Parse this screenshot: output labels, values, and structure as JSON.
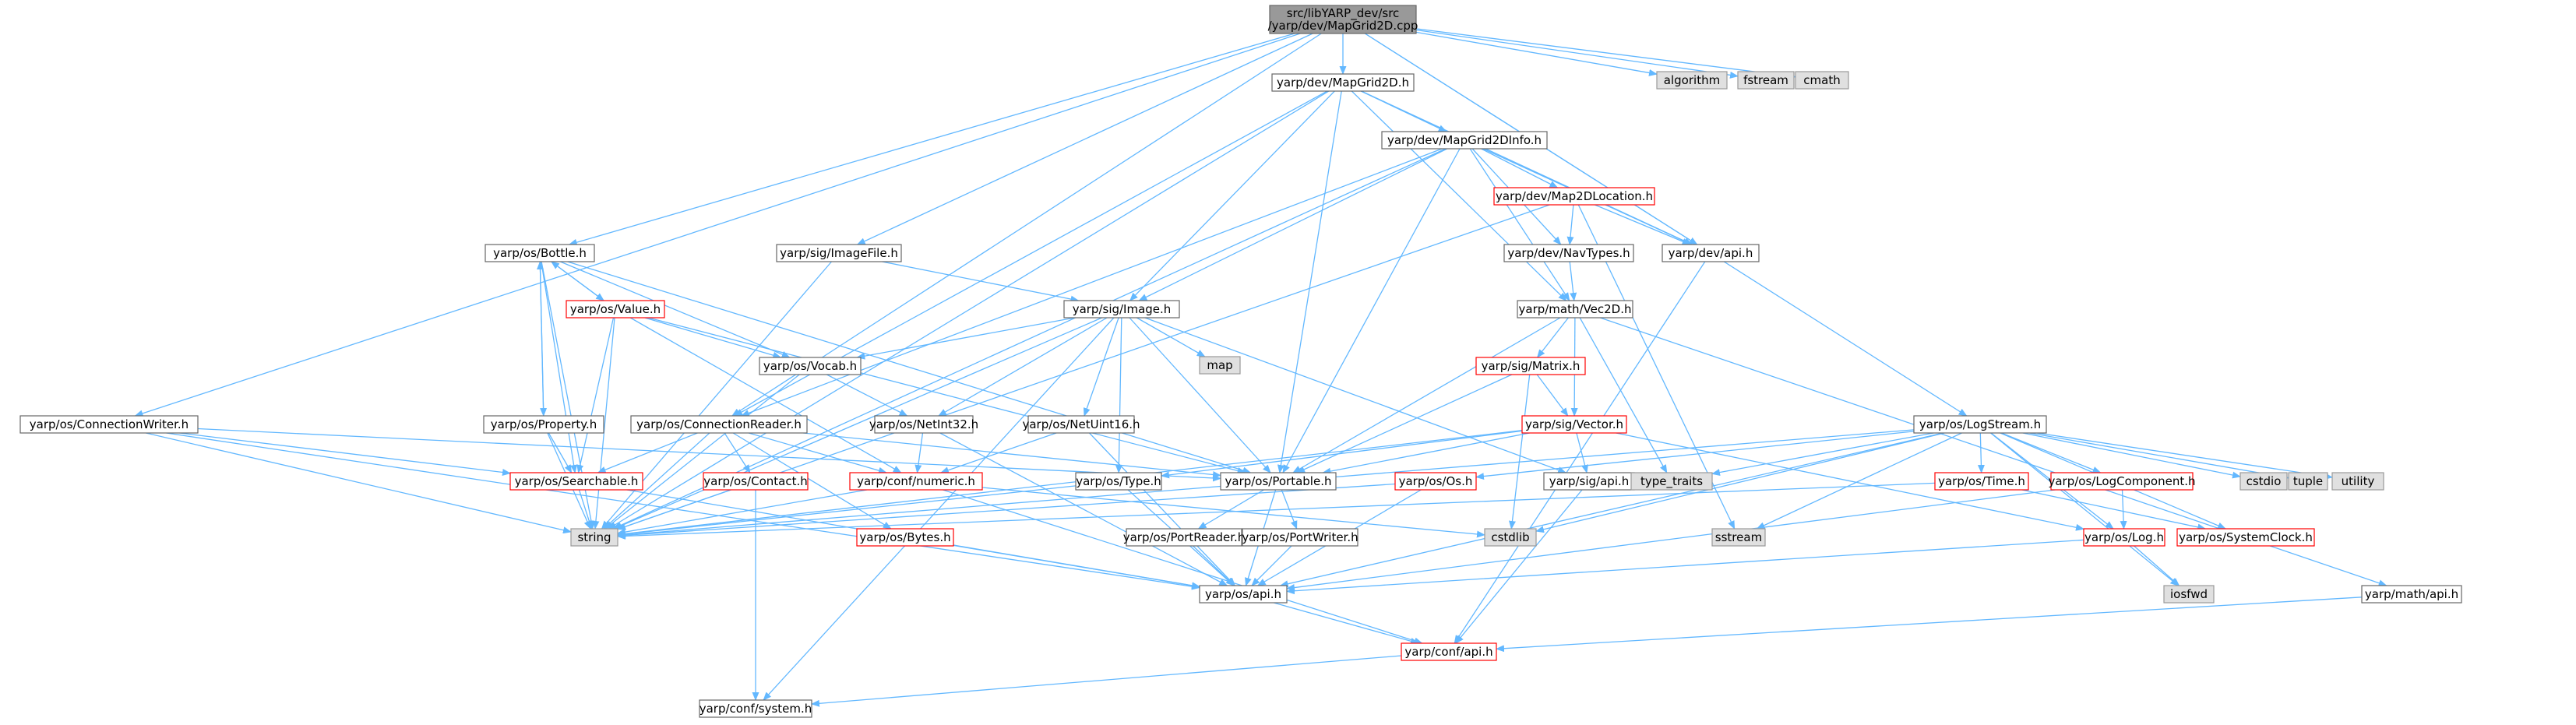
{
  "colors": {
    "edge": "#63b8ff",
    "root_fill": "#999999",
    "normal_fill": "#ffffff",
    "normal_border": "#666666",
    "incomplete_border": "#ff0000",
    "system_fill": "#e0e0e0",
    "system_border": "#999999",
    "text": "#000000"
  },
  "nodes": [
    {
      "id": "root",
      "kind": "root",
      "lines": [
        "src/libYARP_dev/src",
        "/yarp/dev/MapGrid2D.cpp"
      ]
    },
    {
      "id": "algorithm",
      "kind": "system",
      "lines": [
        "algorithm"
      ]
    },
    {
      "id": "fstream",
      "kind": "system",
      "lines": [
        "fstream"
      ]
    },
    {
      "id": "cmath",
      "kind": "system",
      "lines": [
        "cmath"
      ]
    },
    {
      "id": "mapgrid2dh",
      "kind": "normal",
      "lines": [
        "yarp/dev/MapGrid2D.h"
      ]
    },
    {
      "id": "mapgrid2dinfo",
      "kind": "normal",
      "lines": [
        "yarp/dev/MapGrid2DInfo.h"
      ]
    },
    {
      "id": "map2dlocation",
      "kind": "incomplete",
      "lines": [
        "yarp/dev/Map2DLocation.h"
      ]
    },
    {
      "id": "devapi",
      "kind": "normal",
      "lines": [
        "yarp/dev/api.h"
      ]
    },
    {
      "id": "navtypes",
      "kind": "normal",
      "lines": [
        "yarp/dev/NavTypes.h"
      ]
    },
    {
      "id": "vec2d",
      "kind": "normal",
      "lines": [
        "yarp/math/Vec2D.h"
      ]
    },
    {
      "id": "bottle",
      "kind": "normal",
      "lines": [
        "yarp/os/Bottle.h"
      ]
    },
    {
      "id": "imagefile",
      "kind": "normal",
      "lines": [
        "yarp/sig/ImageFile.h"
      ]
    },
    {
      "id": "value",
      "kind": "incomplete",
      "lines": [
        "yarp/os/Value.h"
      ]
    },
    {
      "id": "image",
      "kind": "normal",
      "lines": [
        "yarp/sig/Image.h"
      ]
    },
    {
      "id": "map",
      "kind": "system",
      "lines": [
        "map"
      ]
    },
    {
      "id": "vocab",
      "kind": "normal",
      "lines": [
        "yarp/os/Vocab.h"
      ]
    },
    {
      "id": "matrix",
      "kind": "incomplete",
      "lines": [
        "yarp/sig/Matrix.h"
      ]
    },
    {
      "id": "connwriter",
      "kind": "normal",
      "lines": [
        "yarp/os/ConnectionWriter.h"
      ]
    },
    {
      "id": "property",
      "kind": "normal",
      "lines": [
        "yarp/os/Property.h"
      ]
    },
    {
      "id": "connreader",
      "kind": "normal",
      "lines": [
        "yarp/os/ConnectionReader.h"
      ]
    },
    {
      "id": "netint32",
      "kind": "normal",
      "lines": [
        "yarp/os/NetInt32.h"
      ]
    },
    {
      "id": "netuint16",
      "kind": "normal",
      "lines": [
        "yarp/os/NetUint16.h"
      ]
    },
    {
      "id": "vector",
      "kind": "incomplete",
      "lines": [
        "yarp/sig/Vector.h"
      ]
    },
    {
      "id": "logstream",
      "kind": "normal",
      "lines": [
        "yarp/os/LogStream.h"
      ]
    },
    {
      "id": "searchable",
      "kind": "incomplete",
      "lines": [
        "yarp/os/Searchable.h"
      ]
    },
    {
      "id": "contact",
      "kind": "incomplete",
      "lines": [
        "yarp/os/Contact.h"
      ]
    },
    {
      "id": "numeric",
      "kind": "incomplete",
      "lines": [
        "yarp/conf/numeric.h"
      ]
    },
    {
      "id": "type",
      "kind": "normal",
      "lines": [
        "yarp/os/Type.h"
      ]
    },
    {
      "id": "portable",
      "kind": "normal",
      "lines": [
        "yarp/os/Portable.h"
      ]
    },
    {
      "id": "sigapi",
      "kind": "normal",
      "lines": [
        "yarp/sig/api.h"
      ]
    },
    {
      "id": "os",
      "kind": "incomplete",
      "lines": [
        "yarp/os/Os.h"
      ]
    },
    {
      "id": "typetraits",
      "kind": "system",
      "lines": [
        "type_traits"
      ]
    },
    {
      "id": "time",
      "kind": "incomplete",
      "lines": [
        "yarp/os/Time.h"
      ]
    },
    {
      "id": "logcomponent",
      "kind": "incomplete",
      "lines": [
        "yarp/os/LogComponent.h"
      ]
    },
    {
      "id": "cstdio",
      "kind": "system",
      "lines": [
        "cstdio"
      ]
    },
    {
      "id": "tuple",
      "kind": "system",
      "lines": [
        "tuple"
      ]
    },
    {
      "id": "utility",
      "kind": "system",
      "lines": [
        "utility"
      ]
    },
    {
      "id": "string",
      "kind": "system",
      "lines": [
        "string"
      ]
    },
    {
      "id": "bytes",
      "kind": "incomplete",
      "lines": [
        "yarp/os/Bytes.h"
      ]
    },
    {
      "id": "portreader",
      "kind": "normal",
      "lines": [
        "yarp/os/PortReader.h"
      ]
    },
    {
      "id": "portwriter",
      "kind": "normal",
      "lines": [
        "yarp/os/PortWriter.h"
      ]
    },
    {
      "id": "cstdlib",
      "kind": "system",
      "lines": [
        "cstdlib"
      ]
    },
    {
      "id": "sstream",
      "kind": "system",
      "lines": [
        "sstream"
      ]
    },
    {
      "id": "log",
      "kind": "incomplete",
      "lines": [
        "yarp/os/Log.h"
      ]
    },
    {
      "id": "systemclock",
      "kind": "incomplete",
      "lines": [
        "yarp/os/SystemClock.h"
      ]
    },
    {
      "id": "osapi",
      "kind": "normal",
      "lines": [
        "yarp/os/api.h"
      ]
    },
    {
      "id": "iosfwd",
      "kind": "system",
      "lines": [
        "iosfwd"
      ]
    },
    {
      "id": "mathapi",
      "kind": "normal",
      "lines": [
        "yarp/math/api.h"
      ]
    },
    {
      "id": "confapi",
      "kind": "incomplete",
      "lines": [
        "yarp/conf/api.h"
      ]
    },
    {
      "id": "system",
      "kind": "normal",
      "lines": [
        "yarp/conf/system.h"
      ]
    }
  ],
  "edges": [
    [
      "root",
      "mapgrid2dh"
    ],
    [
      "root",
      "algorithm"
    ],
    [
      "root",
      "fstream"
    ],
    [
      "root",
      "cmath"
    ],
    [
      "root",
      "bottle"
    ],
    [
      "root",
      "imagefile"
    ],
    [
      "root",
      "connwriter"
    ],
    [
      "root",
      "logstream"
    ],
    [
      "root",
      "connreader"
    ],
    [
      "root",
      "devapi"
    ],
    [
      "mapgrid2dh",
      "mapgrid2dinfo"
    ],
    [
      "mapgrid2dh",
      "image"
    ],
    [
      "mapgrid2dh",
      "devapi"
    ],
    [
      "mapgrid2dh",
      "vec2d"
    ],
    [
      "mapgrid2dh",
      "string"
    ],
    [
      "mapgrid2dh",
      "portable"
    ],
    [
      "mapgrid2dh",
      "connreader"
    ],
    [
      "mapgrid2dinfo",
      "map2dlocation"
    ],
    [
      "mapgrid2dinfo",
      "navtypes"
    ],
    [
      "mapgrid2dinfo",
      "devapi"
    ],
    [
      "mapgrid2dinfo",
      "vec2d"
    ],
    [
      "mapgrid2dinfo",
      "image"
    ],
    [
      "mapgrid2dinfo",
      "string"
    ],
    [
      "mapgrid2dinfo",
      "portable"
    ],
    [
      "mapgrid2dinfo",
      "connreader"
    ],
    [
      "map2dlocation",
      "navtypes"
    ],
    [
      "map2dlocation",
      "devapi"
    ],
    [
      "map2dlocation",
      "string"
    ],
    [
      "map2dlocation",
      "sstream"
    ],
    [
      "navtypes",
      "vec2d"
    ],
    [
      "devapi",
      "confapi"
    ],
    [
      "vec2d",
      "matrix"
    ],
    [
      "vec2d",
      "vector"
    ],
    [
      "vec2d",
      "typetraits"
    ],
    [
      "vec2d",
      "portable"
    ],
    [
      "vec2d",
      "mathapi"
    ],
    [
      "bottle",
      "value"
    ],
    [
      "bottle",
      "property"
    ],
    [
      "bottle",
      "vocab"
    ],
    [
      "bottle",
      "searchable"
    ],
    [
      "bottle",
      "portable"
    ],
    [
      "bottle",
      "string"
    ],
    [
      "imagefile",
      "image"
    ],
    [
      "imagefile",
      "string"
    ],
    [
      "value",
      "vocab"
    ],
    [
      "value",
      "searchable"
    ],
    [
      "value",
      "portable"
    ],
    [
      "value",
      "numeric"
    ],
    [
      "value",
      "string"
    ],
    [
      "value",
      "bottle"
    ],
    [
      "image",
      "map"
    ],
    [
      "image",
      "vocab"
    ],
    [
      "image",
      "netint32"
    ],
    [
      "image",
      "netuint16"
    ],
    [
      "image",
      "type"
    ],
    [
      "image",
      "portable"
    ],
    [
      "image",
      "sigapi"
    ],
    [
      "image",
      "string"
    ],
    [
      "image",
      "system"
    ],
    [
      "vocab",
      "netint32"
    ],
    [
      "vocab",
      "string"
    ],
    [
      "matrix",
      "vector"
    ],
    [
      "matrix",
      "portable"
    ],
    [
      "matrix",
      "cstdlib"
    ],
    [
      "vector",
      "portable"
    ],
    [
      "vector",
      "type"
    ],
    [
      "vector",
      "sigapi"
    ],
    [
      "vector",
      "string"
    ],
    [
      "vector",
      "log"
    ],
    [
      "connwriter",
      "searchable"
    ],
    [
      "connwriter",
      "string"
    ],
    [
      "connwriter",
      "osapi"
    ],
    [
      "connwriter",
      "portable"
    ],
    [
      "property",
      "searchable"
    ],
    [
      "property",
      "string"
    ],
    [
      "property",
      "bottle"
    ],
    [
      "connreader",
      "searchable"
    ],
    [
      "connreader",
      "contact"
    ],
    [
      "connreader",
      "numeric"
    ],
    [
      "connreader",
      "bytes"
    ],
    [
      "connreader",
      "string"
    ],
    [
      "connreader",
      "portable"
    ],
    [
      "netint32",
      "numeric"
    ],
    [
      "netint32",
      "osapi"
    ],
    [
      "netuint16",
      "numeric"
    ],
    [
      "netuint16",
      "osapi"
    ],
    [
      "logstream",
      "os"
    ],
    [
      "logstream",
      "typetraits"
    ],
    [
      "logstream",
      "time"
    ],
    [
      "logstream",
      "logcomponent"
    ],
    [
      "logstream",
      "cstdio"
    ],
    [
      "logstream",
      "tuple"
    ],
    [
      "logstream",
      "utility"
    ],
    [
      "logstream",
      "log"
    ],
    [
      "logstream",
      "systemclock"
    ],
    [
      "logstream",
      "iosfwd"
    ],
    [
      "logstream",
      "string"
    ],
    [
      "logstream",
      "sstream"
    ],
    [
      "logstream",
      "cstdlib"
    ],
    [
      "logstream",
      "osapi"
    ],
    [
      "searchable",
      "string"
    ],
    [
      "searchable",
      "osapi"
    ],
    [
      "contact",
      "string"
    ],
    [
      "contact",
      "system"
    ],
    [
      "numeric",
      "string"
    ],
    [
      "numeric",
      "cstdlib"
    ],
    [
      "numeric",
      "confapi"
    ],
    [
      "type",
      "string"
    ],
    [
      "type",
      "osapi"
    ],
    [
      "portable",
      "portreader"
    ],
    [
      "portable",
      "portwriter"
    ],
    [
      "portable",
      "osapi"
    ],
    [
      "sigapi",
      "confapi"
    ],
    [
      "os",
      "string"
    ],
    [
      "os",
      "osapi"
    ],
    [
      "time",
      "systemclock"
    ],
    [
      "time",
      "string"
    ],
    [
      "logcomponent",
      "log"
    ],
    [
      "logcomponent",
      "osapi"
    ],
    [
      "bytes",
      "osapi"
    ],
    [
      "portreader",
      "osapi"
    ],
    [
      "portwriter",
      "osapi"
    ],
    [
      "log",
      "osapi"
    ],
    [
      "log",
      "iosfwd"
    ],
    [
      "osapi",
      "confapi"
    ],
    [
      "mathapi",
      "confapi"
    ],
    [
      "confapi",
      "system"
    ]
  ]
}
